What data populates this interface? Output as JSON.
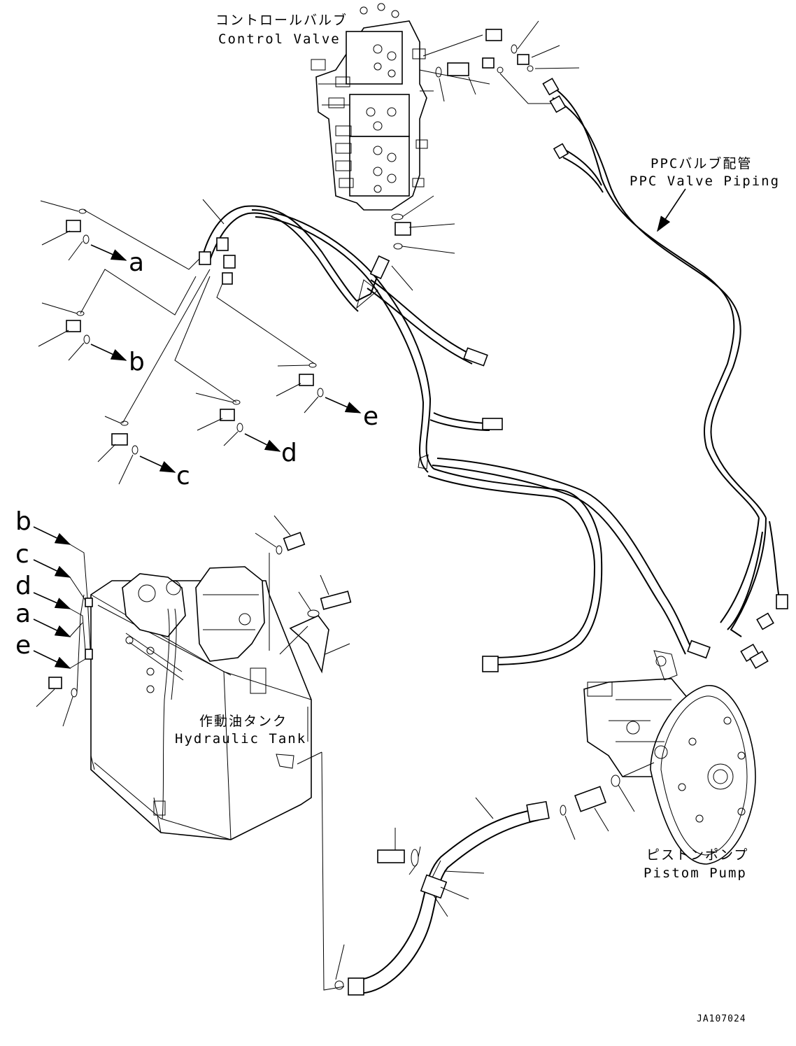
{
  "labels": {
    "control_valve_jp": "コントロールバルブ",
    "control_valve_en": "Control Valve",
    "ppc_piping_jp": "PPCバルブ配管",
    "ppc_piping_en": "PPC Valve Piping",
    "hydraulic_tank_jp": "作動油タンク",
    "hydraulic_tank_en": "Hydraulic Tank",
    "piston_pump_jp": "ピストンポンプ",
    "piston_pump_en": "Pistom Pump",
    "drawing_code": "JA107024"
  },
  "connection_letters_upper": [
    "a",
    "b",
    "c",
    "d",
    "e"
  ],
  "connection_letters_left": [
    "b",
    "c",
    "d",
    "a",
    "e"
  ]
}
